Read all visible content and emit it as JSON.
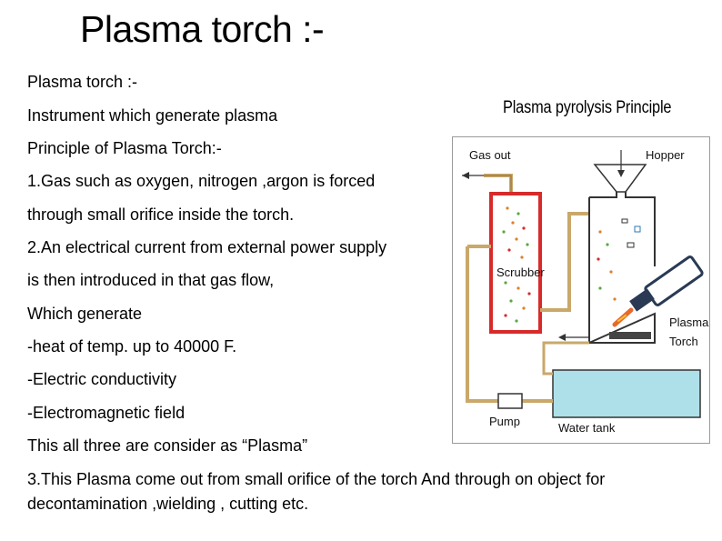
{
  "slide": {
    "title": "Plasma torch :-",
    "lines": [
      "Plasma torch :-",
      "Instrument which generate plasma",
      "Principle of Plasma Torch:-",
      "1.Gas such as oxygen, nitrogen ,argon is forced",
      "through small orifice inside the torch.",
      "2.An electrical current from external power supply",
      "is then introduced in that gas flow,",
      "Which generate",
      "-heat of temp. up to 40000 F.",
      "-Electric conductivity",
      "-Electromagnetic field",
      "This all three are consider as “Plasma”"
    ],
    "paragraph": "3.This Plasma come out from small orifice of the torch And through on object for decontamination ,wielding , cutting etc."
  },
  "diagram": {
    "heading": "Plasma pyrolysis Principle",
    "labels": {
      "gas_out": "Gas out",
      "hopper": "Hopper",
      "scrubber": "Scrubber",
      "plasma_torch_line1": "Plasma",
      "plasma_torch_line2": "Torch",
      "pump": "Pump",
      "water_tank": "Water tank"
    }
  },
  "colors": {
    "scrubber_border": "#d82a2a",
    "pipe": "#c9a86a",
    "water": "#aee0ea",
    "torch": "#2a3a55",
    "plasma_flame": "#e86a2a"
  }
}
